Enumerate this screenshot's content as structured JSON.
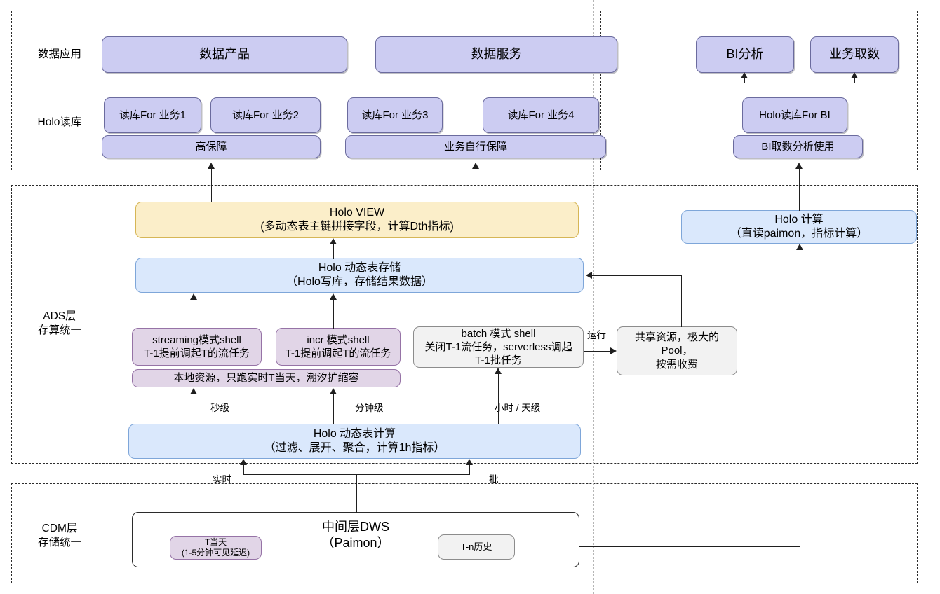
{
  "diagram": {
    "title_hidden": "",
    "layers": [
      {
        "id": "app",
        "label": "数据应用"
      },
      {
        "id": "holo_read",
        "label": "Holo读库"
      },
      {
        "id": "ads",
        "label": "ADS层\n存算统一"
      },
      {
        "id": "cdm",
        "label": "CDM层\n存储统一"
      }
    ]
  },
  "top_left_zone": {
    "apps": [
      {
        "name": "data-product",
        "label": "数据产品"
      },
      {
        "name": "data-service",
        "label": "数据服务"
      }
    ],
    "read_dbs": [
      {
        "name": "read-db-biz1",
        "label": "读库For 业务1"
      },
      {
        "name": "read-db-biz2",
        "label": "读库For 业务2"
      },
      {
        "name": "read-db-biz3",
        "label": "读库For 业务3"
      },
      {
        "name": "read-db-biz4",
        "label": "读库For 业务4"
      }
    ],
    "guarantees": [
      {
        "name": "high-guarantee",
        "label": "高保障"
      },
      {
        "name": "self-guarantee",
        "label": "业务自行保障"
      }
    ]
  },
  "top_right_zone": {
    "apps": [
      {
        "name": "bi-analysis",
        "label": "BI分析"
      },
      {
        "name": "biz-query",
        "label": "业务取数"
      }
    ],
    "read_db": {
      "name": "holo-read-db-for-bi",
      "label": "Holo读库For BI"
    },
    "guarantee": {
      "name": "bi-usage",
      "label": "BI取数分析使用"
    }
  },
  "ads_zone": {
    "holo_view": {
      "title": "Holo VIEW",
      "subtitle": "(多动态表主键拼接字段，计算Dth指标)"
    },
    "holo_dynamic_storage": {
      "title": "Holo 动态表存储",
      "subtitle": "（Holo写库，存储结果数据）"
    },
    "holo_compute_right": {
      "title": "Holo 计算",
      "subtitle": "（直读paimon，指标计算）"
    },
    "shells": [
      {
        "name": "streaming-shell",
        "title": "streaming模式shell",
        "subtitle": "T-1提前调起T的流任务"
      },
      {
        "name": "incr-shell",
        "title": "incr 模式shell",
        "subtitle": "T-1提前调起T的流任务"
      }
    ],
    "local_resource": "本地资源，只跑实时T当天，潮汐扩缩容",
    "batch_shell": {
      "name": "batch-shell",
      "line1": "batch 模式 shell",
      "line2": "关闭T-1流任务，serverless调起",
      "line3": "T-1批任务"
    },
    "shared_pool": {
      "name": "shared-resource-pool",
      "line1": "共享资源，极大的Pool，",
      "line2": "按需收费"
    },
    "run_label": "运行",
    "holo_dynamic_compute": {
      "title": "Holo 动态表计算",
      "subtitle": "（过滤、展开、聚合，计算1h指标）"
    },
    "latency_labels": [
      {
        "name": "latency-second",
        "label": "秒级"
      },
      {
        "name": "latency-minute",
        "label": "分钟级"
      },
      {
        "name": "latency-hour-day",
        "label": "小时 / 天级"
      }
    ]
  },
  "cdm_zone": {
    "dws": {
      "title": "中间层DWS",
      "subtitle": "（Paimon）"
    },
    "t_today": {
      "name": "t-today",
      "line1": "T当天",
      "line2": "(1-5分钟可见延迟)"
    },
    "t_history": {
      "name": "t-n-history",
      "label": "T-n历史"
    }
  },
  "edge_labels": {
    "realtime": "实时",
    "batch": "批"
  },
  "colors": {
    "purple_fill": "#ccccf2",
    "purple_border": "#6b6b9e",
    "yellow_fill": "#fbeec9",
    "yellow_border": "#d6b656",
    "blue_fill": "#dae8fc",
    "blue_border": "#7ea6d9",
    "mauve_fill": "#e1d5e7",
    "mauve_border": "#9673a6",
    "grey_fill": "#f2f2f2",
    "grey_border": "#8c8c8c",
    "line": "#1f1f1f",
    "dashed_container": "#2b2b2b",
    "dashed_divider": "#b6b6b6"
  }
}
